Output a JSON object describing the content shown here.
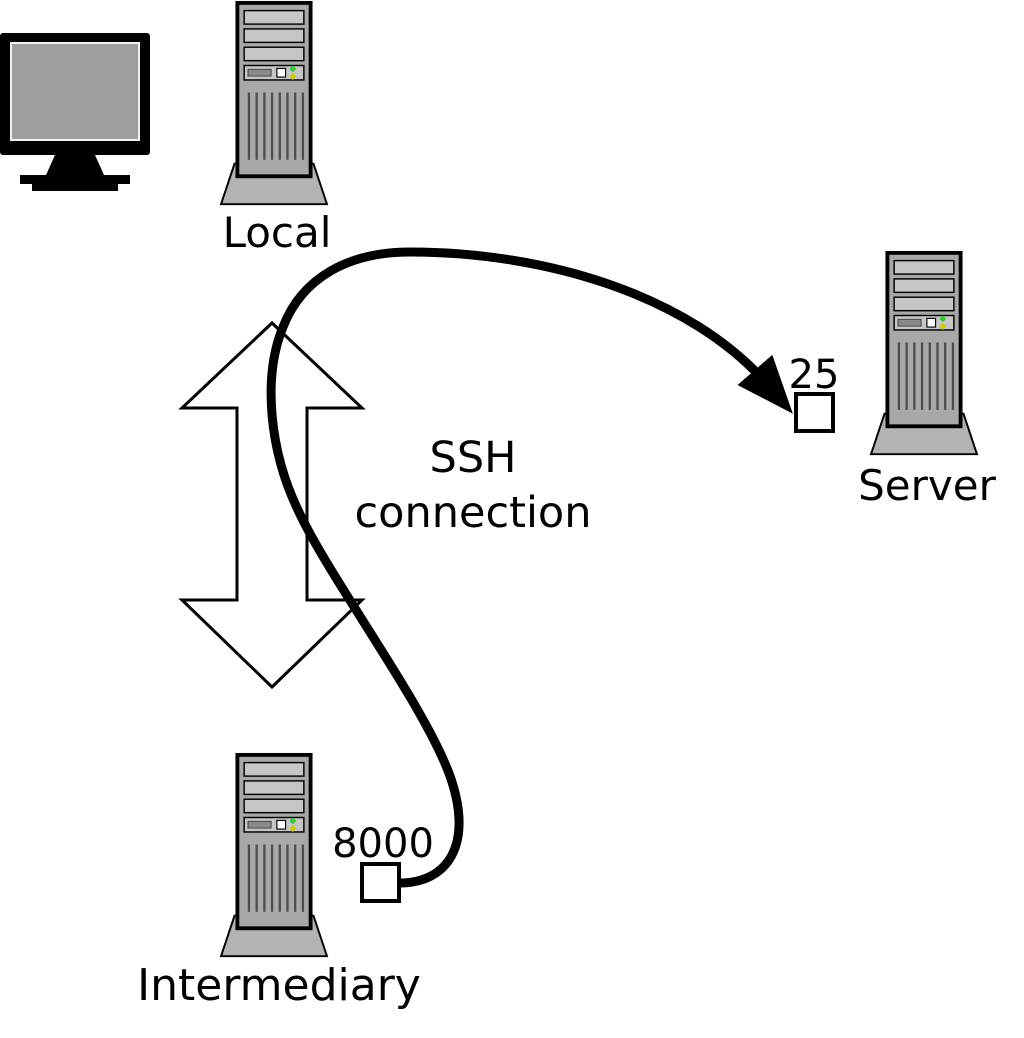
{
  "nodes": {
    "local": {
      "label": "Local"
    },
    "server": {
      "label": "Server",
      "port": "25"
    },
    "intermediary": {
      "label": "Intermediary",
      "port": "8000"
    }
  },
  "connection": {
    "line1": "SSH",
    "line2": "connection"
  },
  "colors": {
    "outline": "#000000",
    "tower_body": "#a8a8a8",
    "tower_bay": "#c6c6c6",
    "tower_base": "#b3b3b3",
    "screen": "#9e9e9e",
    "port_fill": "#ffffff",
    "arrow_fill": "#ffffff",
    "led_green": "#33cc33",
    "led_yellow": "#cccc00",
    "tunnel_stroke": "#000000"
  }
}
